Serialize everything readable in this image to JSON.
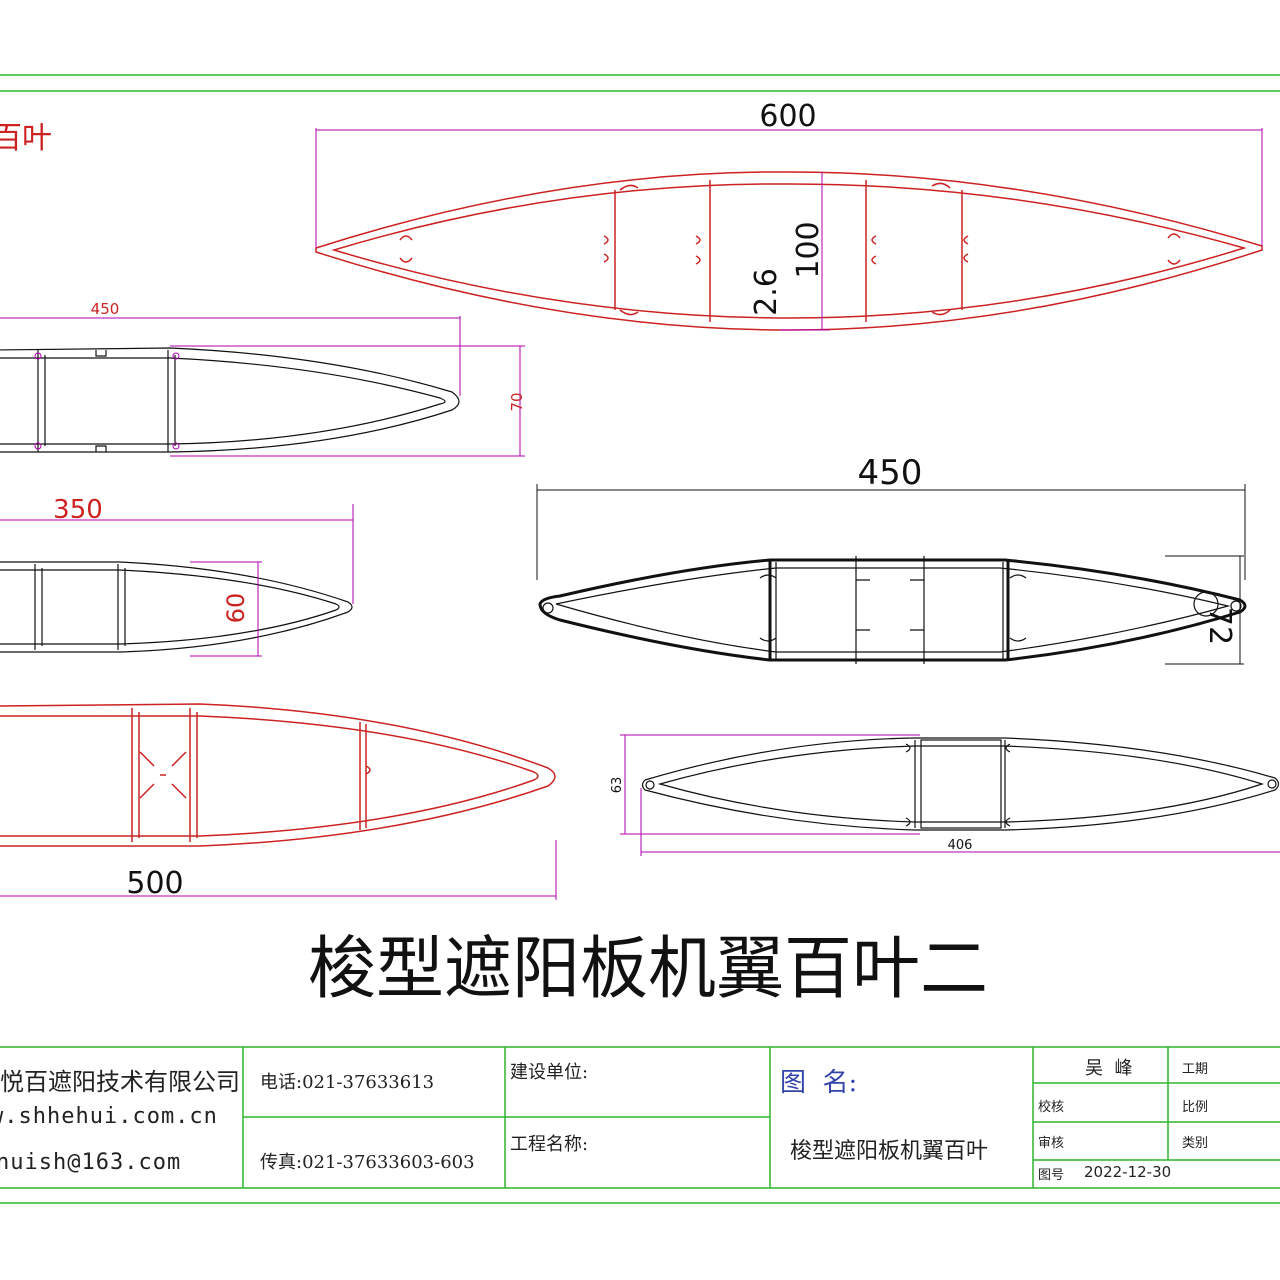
{
  "colors": {
    "frame": "#2db52d",
    "red_profile": "#cc2222",
    "dimension": "#b000b0",
    "black": "#111111"
  },
  "top_left_label": "百叶",
  "main_title": "梭型遮阳板机翼百叶二",
  "profiles": [
    {
      "id": "profile-600",
      "dims": {
        "width": "600",
        "height": "100",
        "wall": "2.6"
      }
    },
    {
      "id": "profile-450-a",
      "dims": {
        "width": "450",
        "height": "70"
      }
    },
    {
      "id": "profile-350",
      "dims": {
        "width": "350",
        "height": "60"
      }
    },
    {
      "id": "profile-500",
      "dims": {
        "width": "500"
      }
    },
    {
      "id": "profile-450-b",
      "dims": {
        "width": "450",
        "height": "72"
      }
    },
    {
      "id": "profile-406",
      "dims": {
        "width": "406",
        "height": "63"
      }
    }
  ],
  "title_block": {
    "company": "悦百遮阳技术有限公司",
    "website": "w.shhehui.com.cn",
    "email": "nuish@163.com",
    "phone": "电话:021-37633613",
    "fax": "传真:021-37633603-603",
    "construction_unit": "建设单位:",
    "project_name": "工程名称:",
    "drawing_name_label": "图  名:",
    "drawing_name": "梭型遮阳板机翼百叶",
    "designer": "吴  峰",
    "design_label": "工期",
    "check": "校核",
    "scale_label": "比例",
    "review": "审核",
    "category": "类别",
    "drawing_no_label": "图号",
    "date": "2022-12-30"
  }
}
